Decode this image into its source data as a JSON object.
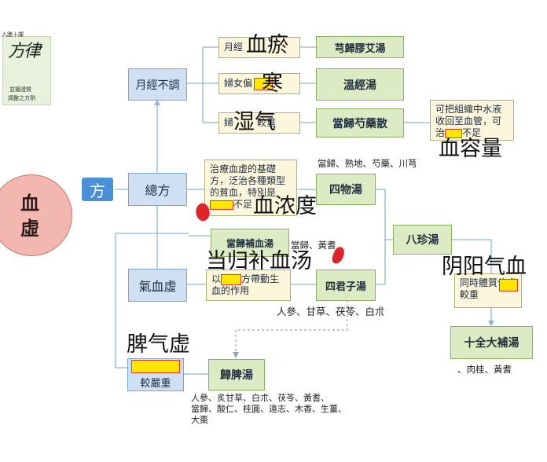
{
  "logo": {
    "top_caption": "入膳十課",
    "calligraphy": "方律",
    "sub_line1": "並擅證質",
    "sub_line2": "調整之方劑"
  },
  "root": "血虛",
  "fang_tag": "方",
  "zongfang": "總方",
  "yuejing": "月經不調",
  "qixuexu": "氣血虛",
  "piqixu_box": "較嚴重",
  "yuejing_items": [
    {
      "label": "月經",
      "remedy": "芎歸膠艾湯"
    },
    {
      "label": "婦女偏",
      "remedy": "溫經湯"
    },
    {
      "label": "婦",
      "remedy": "當歸芍藥散"
    }
  ],
  "yuejing_item3_tail": "較重",
  "danggui_note": "可把組織中水液收回至血管，可治",
  "danggui_note_tail": "不足",
  "siwu_desc": "治療血虛的基礎方，泛治各種類型的貧血，特別是",
  "siwu_desc_tail": "不足",
  "siwutang": "四物湯",
  "siwu_herbs": "當歸、熟地、芍藥、川芎",
  "bazhen": "八珍湯",
  "bazhen_note": "同時體質偏虛較重",
  "shiquan": "十全大補湯",
  "shiquan_herbs": "、肉桂、黃耆",
  "dangguibuxue": "當歸補血湯",
  "dangguibuxue_herbs": "當歸、黃耆",
  "qixuexu_desc_pre": "以",
  "qixuexu_desc_post": "方帶動生血的作用",
  "sijunzi": "四君子湯",
  "sijunzi_herbs": "人參、甘草、茯苓、白朮",
  "guipi": "歸脾湯",
  "guipi_herbs1": "人參、炙甘草、白朮、茯苓、黃耆、",
  "guipi_herbs2": "當歸、酸仁、桂圓、遠志、木香、生薑、",
  "guipi_herbs3": "大棗",
  "overlay": {
    "xueyu": "血瘀",
    "han": "寒",
    "shiqi": "湿气",
    "xuerongliang": "血容量",
    "xuenongdu": "血浓度",
    "dangguibuxuetang": "当归补血汤",
    "yinyangqixue": "阴阳气血",
    "piqixu": "脾气虚"
  }
}
